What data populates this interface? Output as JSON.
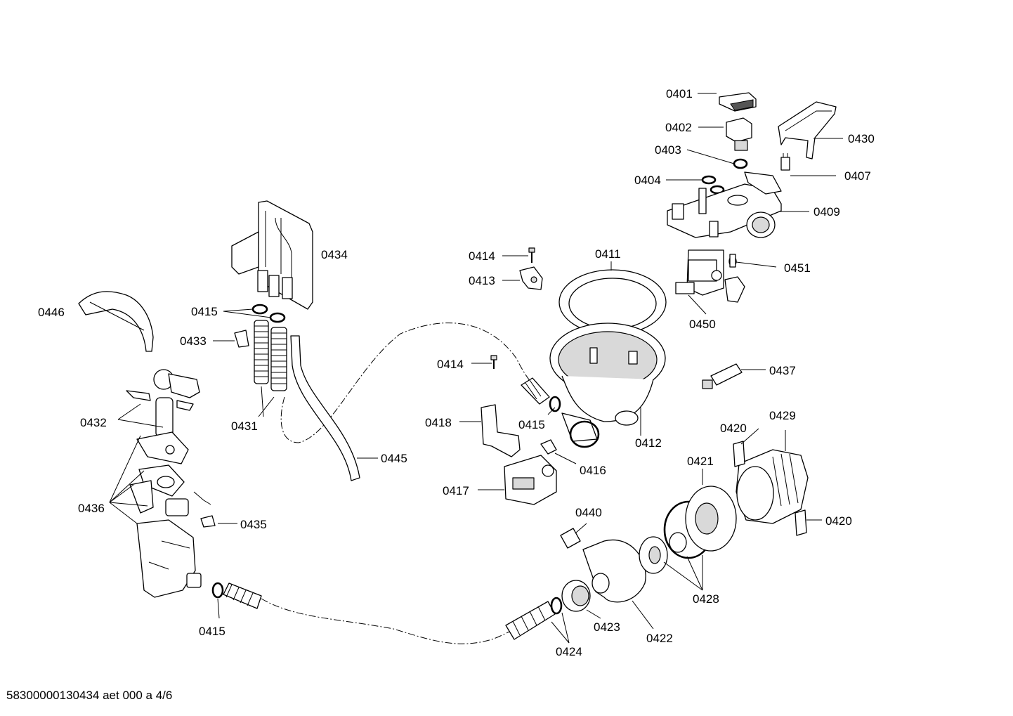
{
  "diagram": {
    "labels": {
      "p0401": "0401",
      "p0402": "0402",
      "p0403": "0403",
      "p0404": "0404",
      "p0430": "0430",
      "p0407": "0407",
      "p0409": "0409",
      "p0434": "0434",
      "p0414a": "0414",
      "p0413": "0413",
      "p0411": "0411",
      "p0451": "0451",
      "p0446": "0446",
      "p0415a": "0415",
      "p0433": "0433",
      "p0450": "0450",
      "p0414b": "0414",
      "p0437": "0437",
      "p0432": "0432",
      "p0431": "0431",
      "p0418": "0418",
      "p0415b": "0415",
      "p0412": "0412",
      "p0429": "0429",
      "p0420a": "0420",
      "p0421": "0421",
      "p0445": "0445",
      "p0416": "0416",
      "p0417": "0417",
      "p0436": "0436",
      "p0440": "0440",
      "p0420b": "0420",
      "p0435": "0435",
      "p0428": "0428",
      "p0415c": "0415",
      "p0423": "0423",
      "p0422": "0422",
      "p0424": "0424"
    }
  },
  "footer": {
    "text": "58300000130434 aet 000 a 4/6"
  }
}
